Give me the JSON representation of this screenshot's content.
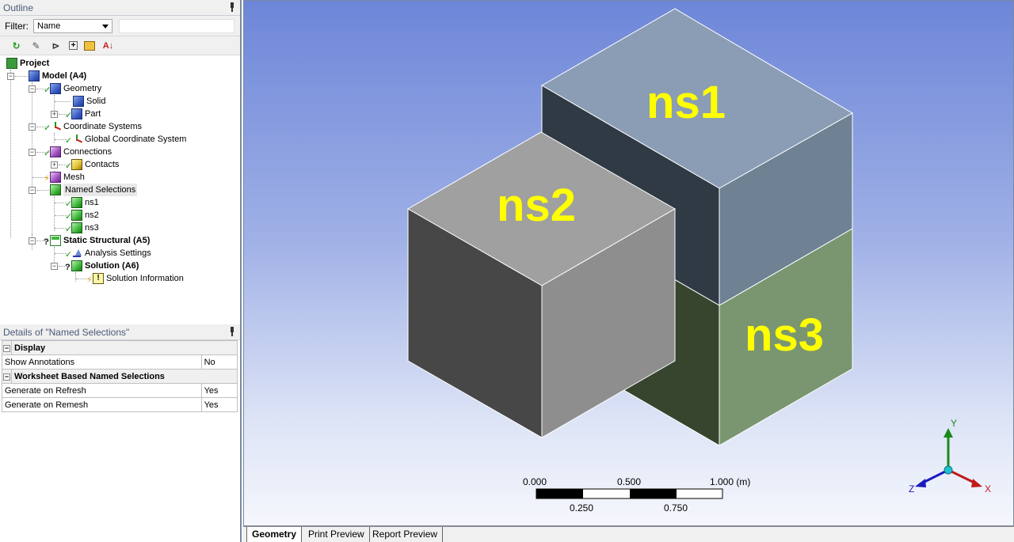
{
  "outline": {
    "title": "Outline",
    "filter_label": "Filter:",
    "filter_value": "Name",
    "tree": {
      "project": "Project",
      "model": "Model (A4)",
      "geometry": "Geometry",
      "solid": "Solid",
      "part": "Part",
      "coordinate_systems": "Coordinate Systems",
      "global_cs": "Global Coordinate System",
      "connections": "Connections",
      "contacts": "Contacts",
      "mesh": "Mesh",
      "named_selections": "Named Selections",
      "ns1": "ns1",
      "ns2": "ns2",
      "ns3": "ns3",
      "static_structural": "Static Structural (A5)",
      "analysis_settings": "Analysis Settings",
      "solution": "Solution (A6)",
      "solution_information": "Solution Information"
    }
  },
  "details": {
    "title": "Details of \"Named Selections\"",
    "categories": [
      {
        "name": "Display",
        "rows": [
          {
            "key": "Show Annotations",
            "value": "No"
          }
        ]
      },
      {
        "name": "Worksheet Based Named Selections",
        "rows": [
          {
            "key": "Generate on Refresh",
            "value": "Yes"
          },
          {
            "key": "Generate on Remesh",
            "value": "Yes"
          }
        ]
      }
    ]
  },
  "viewport": {
    "labels": {
      "ns1": "ns1",
      "ns2": "ns2",
      "ns3": "ns3"
    },
    "label_color": "#ffff00",
    "scale": {
      "top_ticks": [
        "0.000",
        "0.500",
        "1.000 (m)"
      ],
      "bottom_ticks": [
        "0.250",
        "0.750"
      ]
    },
    "triad": {
      "x": "X",
      "y": "Y",
      "z": "Z"
    }
  },
  "tabs": [
    "Geometry",
    "Print Preview",
    "Report Preview"
  ]
}
